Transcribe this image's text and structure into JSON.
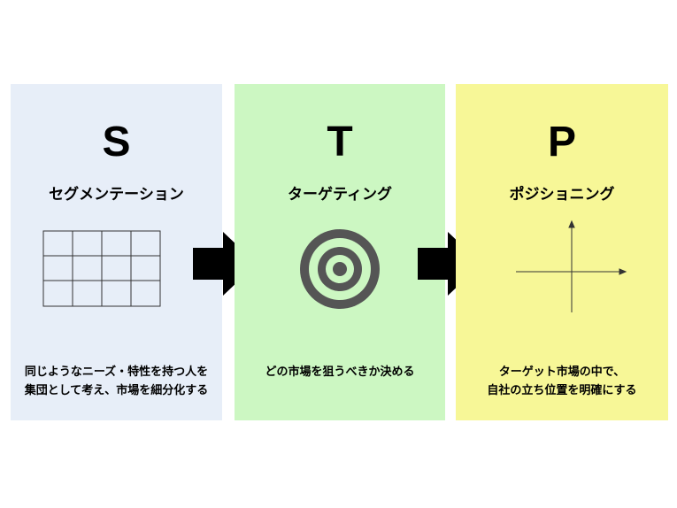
{
  "steps": [
    {
      "letter": "S",
      "title": "セグメンテーション",
      "description_lines": [
        "同じようなニーズ・特性を持つ人を",
        "集団として考え、市場を細分化する"
      ],
      "icon": "grid-icon",
      "background": "#e7eef8"
    },
    {
      "letter": "T",
      "title": "ターゲティング",
      "description_lines": [
        "どの市場を狙うべきか決める"
      ],
      "icon": "target-icon",
      "background": "#ccf7c2"
    },
    {
      "letter": "P",
      "title": "ポジショニング",
      "description_lines": [
        "ターゲット市場の中で、",
        "自社の立ち位置を明確にする"
      ],
      "icon": "positioning-axes-icon",
      "background": "#f7f797"
    }
  ],
  "arrows": [
    {
      "from": "S",
      "to": "T",
      "icon": "right-arrow-icon"
    },
    {
      "from": "T",
      "to": "P",
      "icon": "right-arrow-icon"
    }
  ],
  "colors": {
    "text": "#000000",
    "arrow": "#000000",
    "target": "#555555"
  }
}
